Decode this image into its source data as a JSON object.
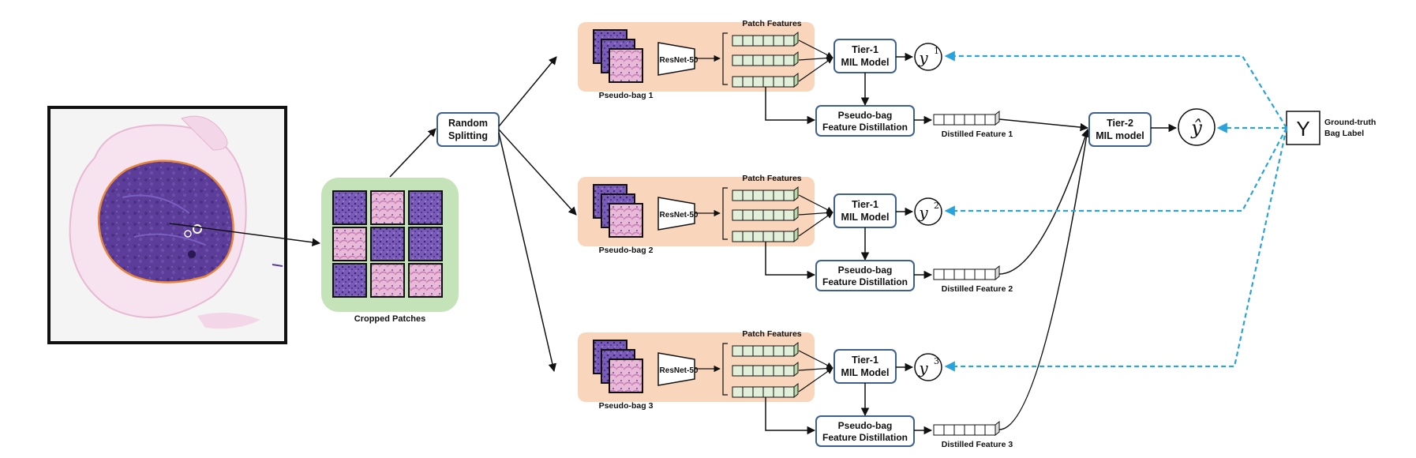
{
  "cropped_patches_label": "Cropped Patches",
  "random_splitting": [
    "Random",
    "Splitting"
  ],
  "branches": [
    {
      "bag_label": "Pseudo-bag 1",
      "patch_features": "Patch Features",
      "backbone": "ResNet-50",
      "tier1": [
        "Tier-1",
        "MIL Model"
      ],
      "output": "1",
      "distill": [
        "Pseudo-bag",
        "Feature Distillation"
      ],
      "distilled_label": "Distilled Feature 1"
    },
    {
      "bag_label": "Pseudo-bag 2",
      "patch_features": "Patch Features",
      "backbone": "ResNet-50",
      "tier1": [
        "Tier-1",
        "MIL Model"
      ],
      "output": "2",
      "distill": [
        "Pseudo-bag",
        "Feature Distillation"
      ],
      "distilled_label": "Distilled Feature 2"
    },
    {
      "bag_label": "Pseudo-bag 3",
      "patch_features": "Patch Features",
      "backbone": "ResNet-50",
      "tier1": [
        "Tier-1",
        "MIL Model"
      ],
      "output": "3",
      "distill": [
        "Pseudo-bag",
        "Feature Distillation"
      ],
      "distilled_label": "Distilled Feature 3"
    }
  ],
  "output_var": "y",
  "tier2": [
    "Tier-2",
    "MIL model"
  ],
  "prediction": "ŷ",
  "gt_symbol": "Y",
  "gt_label": [
    "Ground-truth",
    "Bag Label"
  ],
  "colors": {
    "pseudo_bag_bg": "#f8d5bb",
    "patch_panel_bg": "#c5e3b8",
    "feature_cell": "#e2f0d9",
    "box_border": "#3f5f8f",
    "supervision_arrow": "#29a3dc",
    "tissue": "#5c3d9a",
    "tissue_outline": "#e8853a"
  }
}
